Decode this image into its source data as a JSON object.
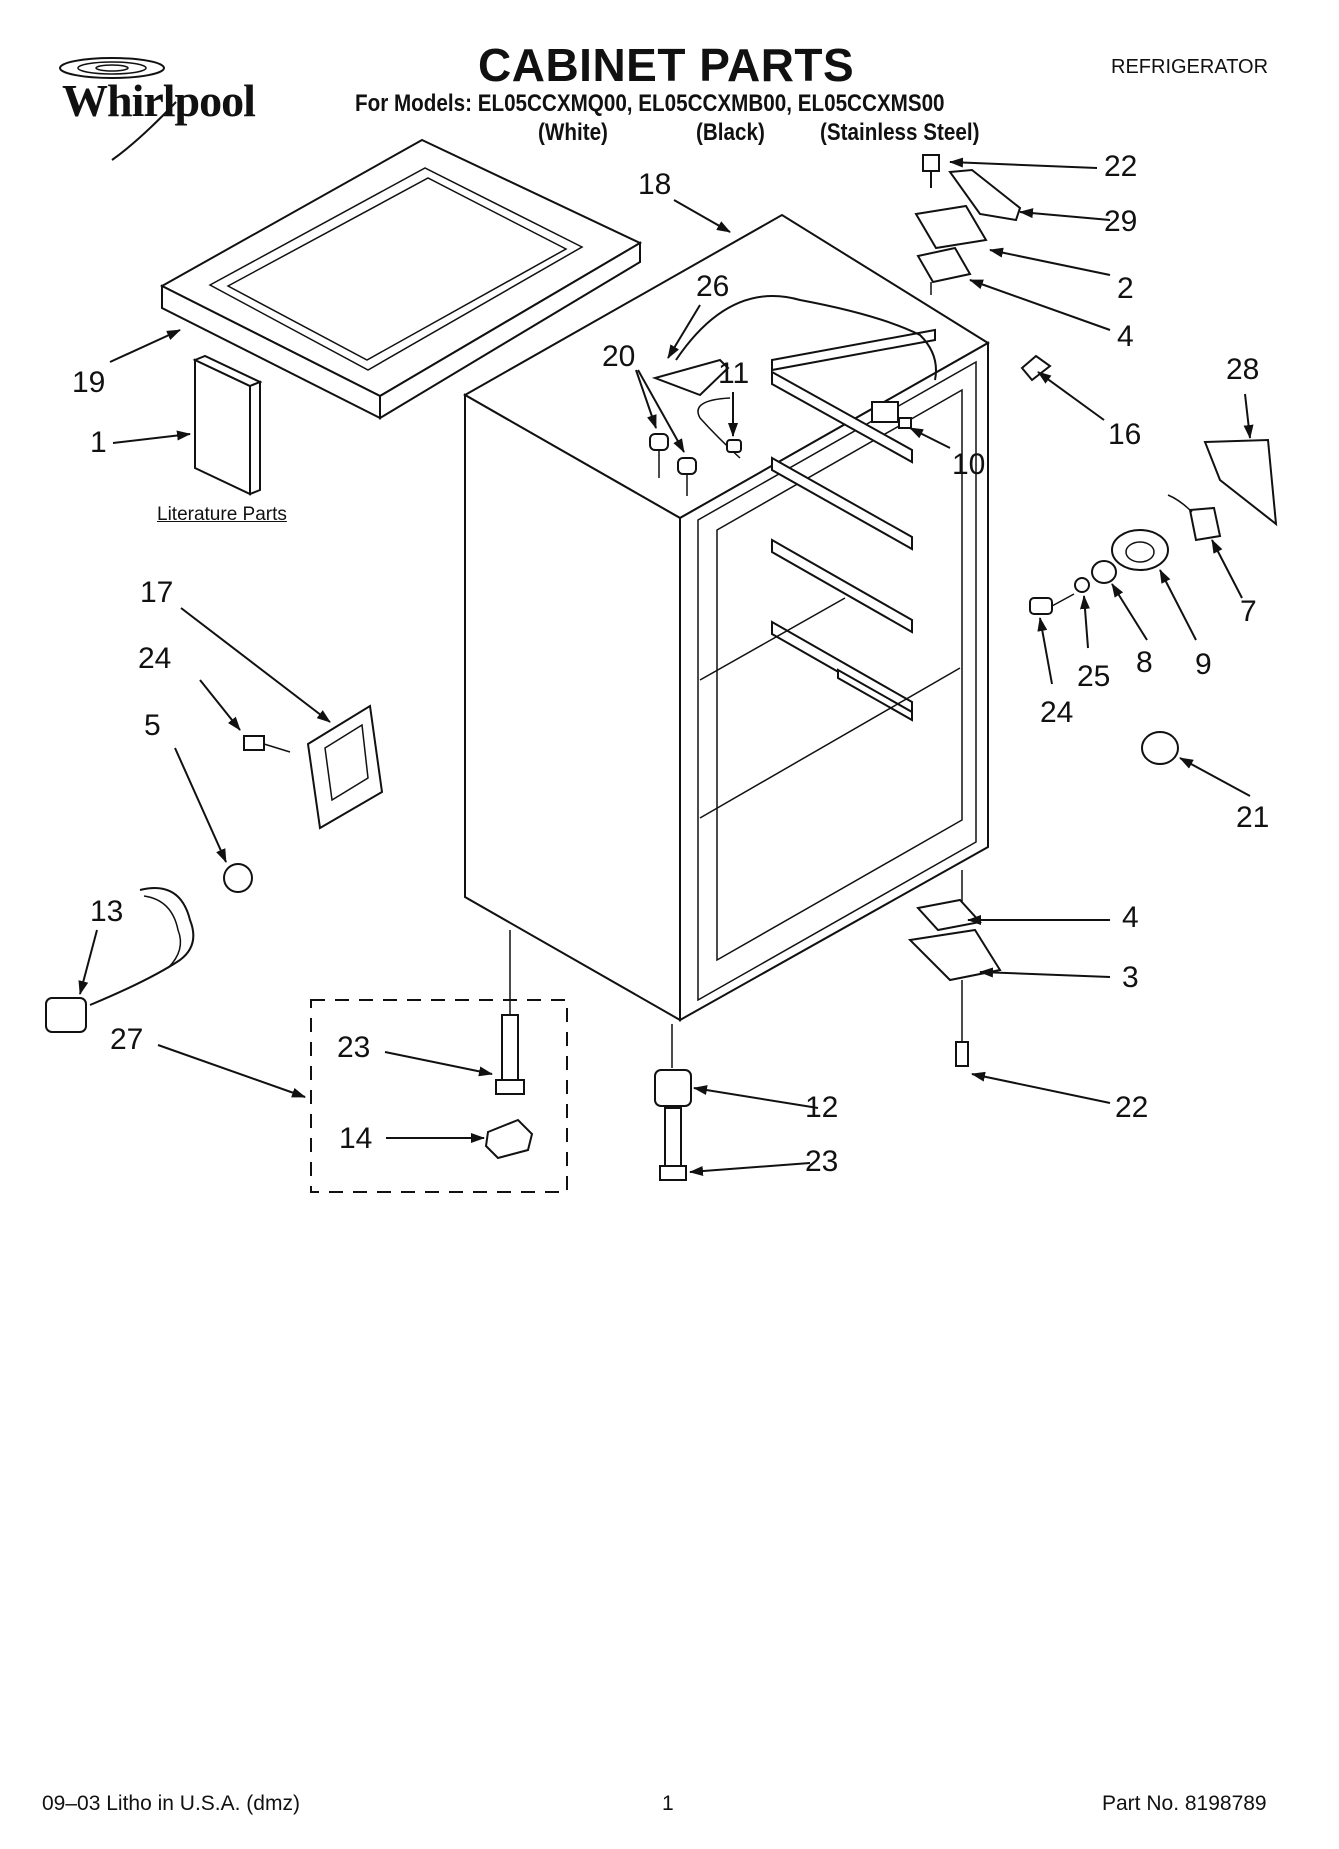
{
  "brand": {
    "name": "Whirlpool"
  },
  "header": {
    "title": "CABINET PARTS",
    "category": "REFRIGERATOR",
    "models_line": "For Models: EL05CCXMQ00, EL05CCXMB00, EL05CCXMS00",
    "finishes": [
      "(White)",
      "(Black)",
      "(Stainless Steel)"
    ]
  },
  "diagram": {
    "literature_label": "Literature Parts",
    "callouts": [
      "22",
      "29",
      "18",
      "2",
      "26",
      "4",
      "19",
      "20",
      "11",
      "16",
      "28",
      "1",
      "10",
      "7",
      "17",
      "9",
      "8",
      "24",
      "25",
      "24",
      "5",
      "21",
      "13",
      "4",
      "3",
      "27",
      "23",
      "12",
      "14",
      "22",
      "23"
    ]
  },
  "footer": {
    "litho": "09–03 Litho in U.S.A. (dmz)",
    "page": "1",
    "part_no": "Part No. 8198789"
  }
}
